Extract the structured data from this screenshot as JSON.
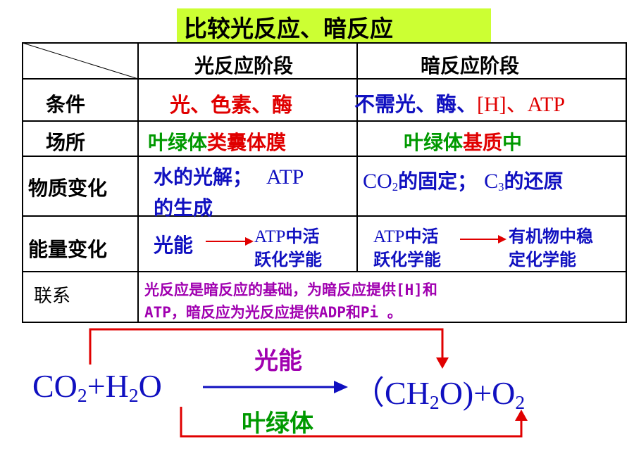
{
  "title": "比较光反应、暗反应",
  "table": {
    "headers": {
      "light": "光反应阶段",
      "dark": "暗反应阶段"
    },
    "rows": {
      "conditions": {
        "label": "条件",
        "light": "光、色素、酶",
        "dark_a": "不需光、酶、",
        "dark_b": "[H]、ATP"
      },
      "location": {
        "label": "场所",
        "light_a": "叶绿体",
        "light_b": "类囊体膜",
        "dark_a": "叶绿体",
        "dark_b": "基质",
        "dark_c": "中"
      },
      "material": {
        "label": "物质变化",
        "light_line1_a": "水的光解；",
        "light_line1_b": "ATP",
        "light_line2": "的生成",
        "dark_a": "CO",
        "dark_sub1": "2",
        "dark_b": "的固定；",
        "dark_c": "C",
        "dark_sub2": "3",
        "dark_d": "的还原"
      },
      "energy": {
        "label": "能量变化",
        "light_from": "光能",
        "light_to_a": "ATP",
        "light_to_b": "中活",
        "light_to_line2": "跃化学能",
        "dark_from_a": "ATP",
        "dark_from_b": "中活",
        "dark_from_line2": "跃化学能",
        "dark_to_line1": "有机物中稳",
        "dark_to_line2": "定化学能"
      },
      "relation": {
        "label": "联系",
        "line1": "光反应是暗反应的基础，为暗反应提供[H]和",
        "line2": "ATP，暗反应为光反应提供ADP和Pi 。"
      }
    }
  },
  "equation": {
    "reactants_a": "CO",
    "sub_2a": "2",
    "reactants_b": "+H",
    "sub_2b": "2",
    "reactants_c": "O",
    "products_a": "（CH",
    "sub_2c": "2",
    "products_b": "O)+O",
    "sub_2d": "2",
    "above_arrow": "光能",
    "below_arrow": "叶绿体"
  },
  "colors": {
    "title_bg": "#ccff33",
    "blue": "#1010c0",
    "red": "#e00000",
    "green": "#009900",
    "purple": "#a000b0"
  }
}
